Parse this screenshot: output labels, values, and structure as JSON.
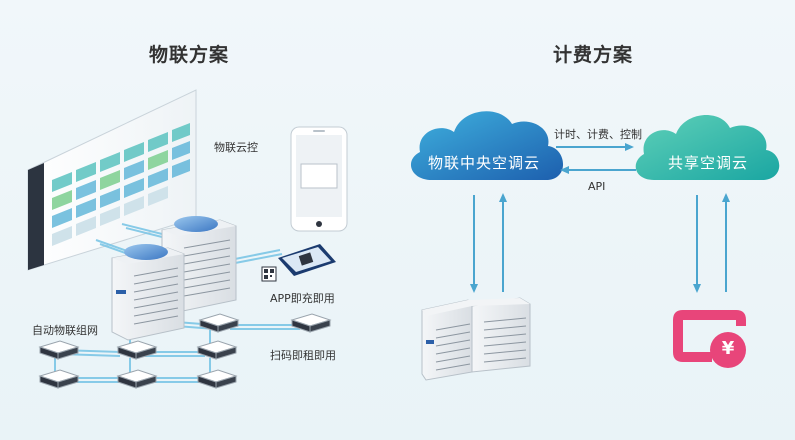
{
  "left": {
    "title": "物联方案",
    "iot_cloud_label": "物联云控",
    "app_label": "APP即充即用",
    "mesh_label": "自动物联组网",
    "scan_label": "扫码即租即用"
  },
  "right": {
    "title": "计费方案",
    "central_cloud": "物联中央空调云",
    "shared_cloud": "共享空调云",
    "arrow_top_label": "计时、计费、控制",
    "arrow_bottom_label": "API"
  },
  "wallet": {
    "symbol": "¥"
  },
  "colors": {
    "cloud_blue": "#2b7fc4",
    "cloud_teal": "#3fb9a8",
    "arrow": "#4aa5cf",
    "wallet": "#e8457a",
    "line": "#7cc6e6"
  },
  "icons": [
    "dashboard-screen",
    "outdoor-ac-unit",
    "indoor-cassette-unit",
    "phone-qr",
    "wallet-yuan-icon",
    "qr-code-icon"
  ]
}
